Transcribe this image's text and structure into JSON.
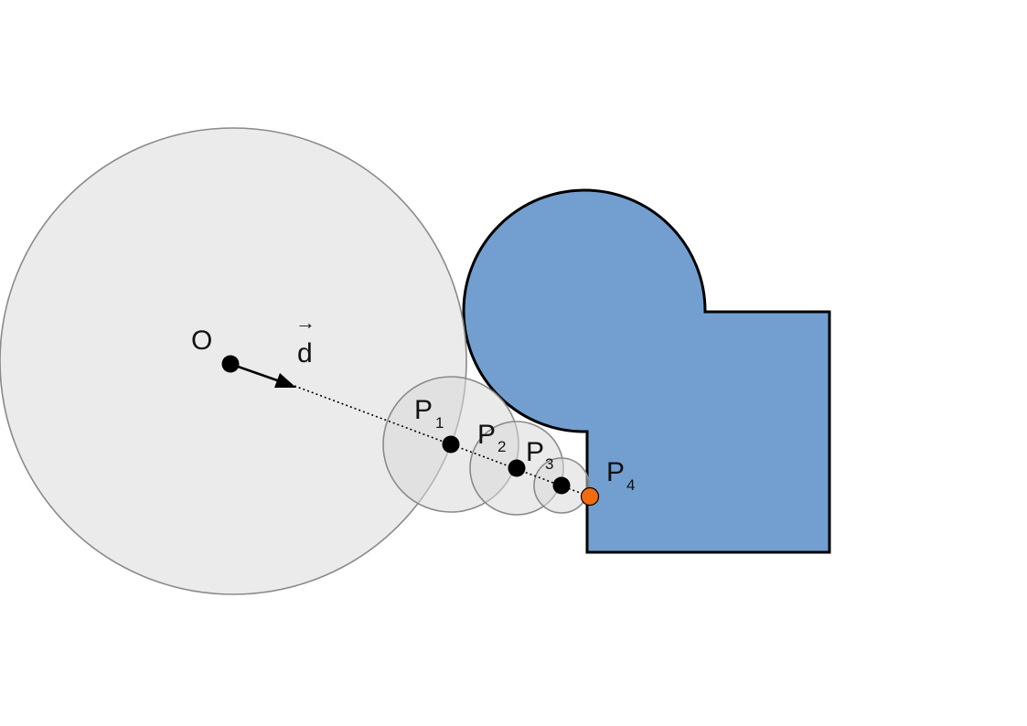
{
  "diagram": {
    "origin_label": "O",
    "direction_label": "d",
    "direction_arrow_symbol": "→",
    "points": [
      {
        "label": "P",
        "index": "1"
      },
      {
        "label": "P",
        "index": "2"
      },
      {
        "label": "P",
        "index": "3"
      },
      {
        "label": "P",
        "index": "4"
      }
    ],
    "colors": {
      "shape_fill": "#729fcf",
      "shape_stroke": "#000000",
      "circle_fill": "#d9d9d9",
      "circle_stroke": "#8a8a8a",
      "point": "#000000",
      "hit_point": "#f26b0f"
    }
  }
}
